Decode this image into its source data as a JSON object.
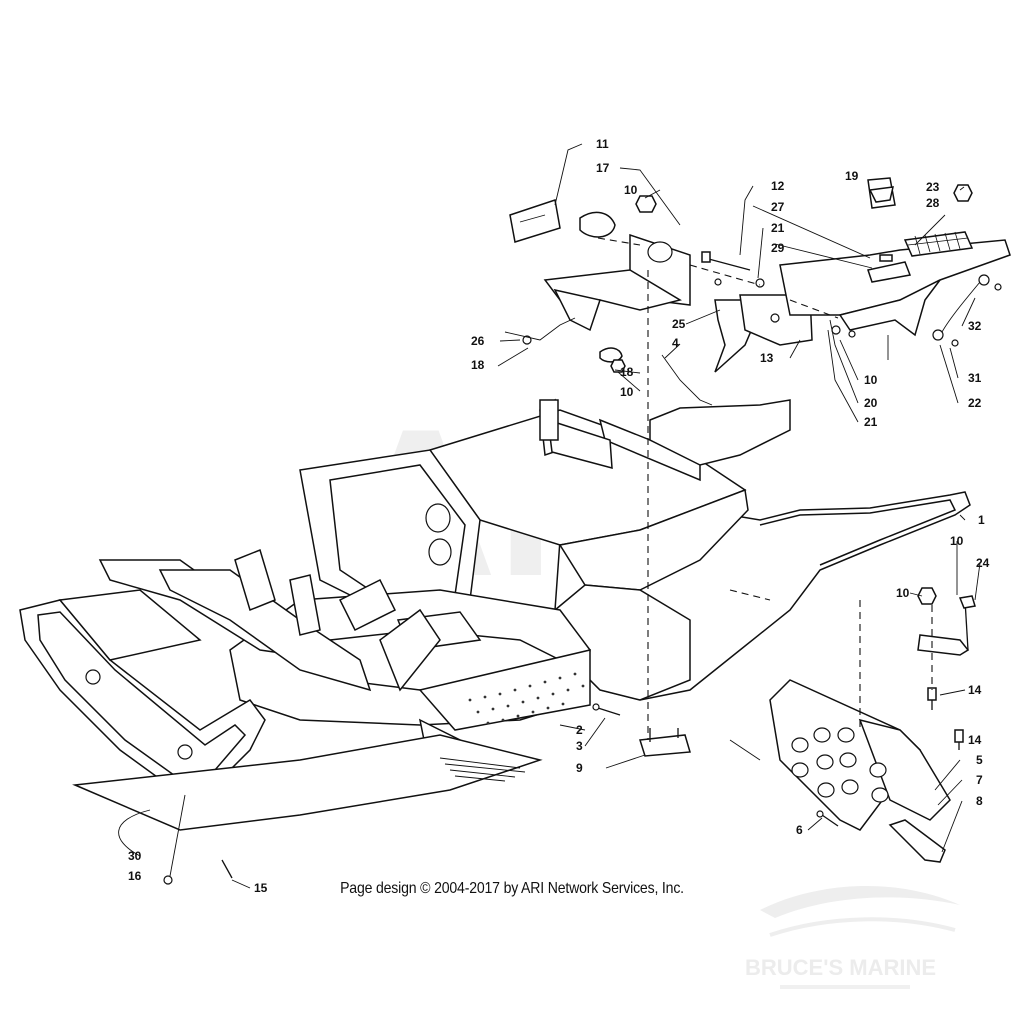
{
  "diagram": {
    "callouts": [
      {
        "id": "c11",
        "text": "11"
      },
      {
        "id": "c17",
        "text": "17"
      },
      {
        "id": "c10a",
        "text": "10"
      },
      {
        "id": "c12",
        "text": "12"
      },
      {
        "id": "c27",
        "text": "27"
      },
      {
        "id": "c21a",
        "text": "21"
      },
      {
        "id": "c29",
        "text": "29"
      },
      {
        "id": "c19",
        "text": "19"
      },
      {
        "id": "c23",
        "text": "23"
      },
      {
        "id": "c28",
        "text": "28"
      },
      {
        "id": "c26",
        "text": "26"
      },
      {
        "id": "c18a",
        "text": "18"
      },
      {
        "id": "c25",
        "text": "25"
      },
      {
        "id": "c4",
        "text": "4"
      },
      {
        "id": "c18b",
        "text": "18"
      },
      {
        "id": "c10b",
        "text": "10"
      },
      {
        "id": "c13",
        "text": "13"
      },
      {
        "id": "c10c",
        "text": "10"
      },
      {
        "id": "c20",
        "text": "20"
      },
      {
        "id": "c21b",
        "text": "21"
      },
      {
        "id": "c32",
        "text": "32"
      },
      {
        "id": "c31",
        "text": "31"
      },
      {
        "id": "c22",
        "text": "22"
      },
      {
        "id": "c1",
        "text": "1"
      },
      {
        "id": "c10d",
        "text": "10"
      },
      {
        "id": "c24",
        "text": "24"
      },
      {
        "id": "c10e",
        "text": "10"
      },
      {
        "id": "c14a",
        "text": "14"
      },
      {
        "id": "c14b",
        "text": "14"
      },
      {
        "id": "c5",
        "text": "5"
      },
      {
        "id": "c7",
        "text": "7"
      },
      {
        "id": "c8",
        "text": "8"
      },
      {
        "id": "c6",
        "text": "6"
      },
      {
        "id": "c2",
        "text": "2"
      },
      {
        "id": "c3",
        "text": "3"
      },
      {
        "id": "c9",
        "text": "9"
      },
      {
        "id": "c30",
        "text": "30"
      },
      {
        "id": "c16",
        "text": "16"
      },
      {
        "id": "c15",
        "text": "15"
      }
    ],
    "copyright": "Page design © 2004-2017 by ARI Network Services, Inc.",
    "watermark_main": "ARI",
    "watermark_dealer": "BRUCE'S MARINE",
    "colors": {
      "ink": "#111111",
      "watermark": "#ececec",
      "paper": "#ffffff"
    }
  }
}
